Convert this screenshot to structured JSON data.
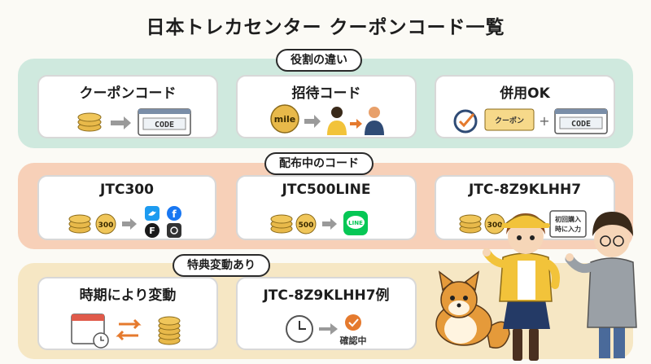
{
  "title": "日本トレカセンター クーポンコード一覧",
  "sections": [
    {
      "label": "役割の違い",
      "cards": [
        {
          "title": "クーポンコード",
          "screen_text": "CODE"
        },
        {
          "title": "招待コード",
          "coin_text": "mile"
        },
        {
          "title": "併用OK",
          "ticket_text": "クーポン",
          "screen_text": "CODE"
        }
      ]
    },
    {
      "label": "配布中のコード",
      "cards": [
        {
          "title": "JTC300",
          "coin_value": "300"
        },
        {
          "title": "JTC500LINE",
          "coin_value": "500",
          "app_text": "LINE"
        },
        {
          "title": "JTC-8Z9KLHH7",
          "coin_value": "300",
          "panel_line1": "初回購入",
          "panel_line2": "時に入力"
        }
      ]
    },
    {
      "label": "特典変動あり",
      "cards": [
        {
          "title": "時期により変動"
        },
        {
          "title": "JTC-8Z9KLHH7例",
          "status_text": "確認中"
        }
      ]
    }
  ],
  "icons": [
    "coins-icon",
    "arrow-right-icon",
    "code-screen-icon",
    "mile-coin-icon",
    "person-icon",
    "check-circle-icon",
    "coupon-ticket-icon",
    "plus-icon",
    "twitter-icon",
    "facebook-icon",
    "f-icon",
    "instagram-icon",
    "line-icon",
    "calendar-icon",
    "swap-arrows-icon",
    "clock-icon",
    "check-badge-icon",
    "mascot-dog",
    "girl-character",
    "boy-character"
  ],
  "colors": {
    "green_band": "#cfe9de",
    "peach_band": "#f7d0b8",
    "cream_band": "#f6e7c4",
    "coin": "#e8b94a",
    "arrow": "#9a9a9a",
    "line_green": "#06c755"
  }
}
